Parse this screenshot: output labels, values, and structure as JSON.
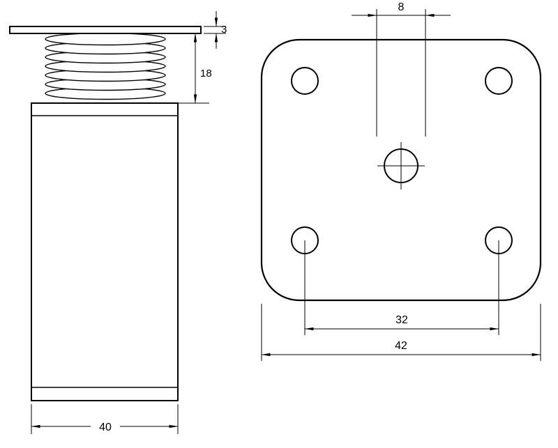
{
  "drawing": {
    "type": "technical-drawing",
    "subject": "adjustable furniture leg with mounting plate",
    "views": {
      "side_view": {
        "dimensions": {
          "plate_thickness": "3",
          "thread_length": "18",
          "leg_width": "40"
        }
      },
      "plan_view": {
        "dimensions": {
          "center_hole": "8",
          "hole_spacing": "32",
          "plate_width": "42"
        }
      }
    },
    "colors": {
      "line": "#000000",
      "background": "#ffffff"
    }
  }
}
